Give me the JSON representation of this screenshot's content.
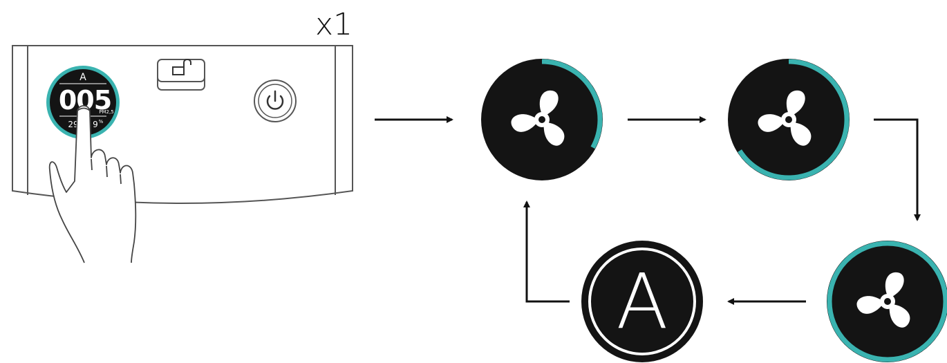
{
  "multiplier": "x1",
  "display": {
    "mode": "A",
    "value": "005",
    "unit": "PM2,5",
    "footer_left": "29",
    "footer_right": "9",
    "footer_unit": "%"
  },
  "sequence": [
    {
      "kind": "fan",
      "level_fraction": 0.33
    },
    {
      "kind": "fan",
      "level_fraction": 0.66
    },
    {
      "kind": "fan",
      "level_fraction": 1.0
    },
    {
      "kind": "auto",
      "label": "A"
    }
  ],
  "colors": {
    "accent": "#3ab3b0",
    "dark": "#141414",
    "line": "#111111",
    "panel_stroke": "#555555"
  },
  "icons": [
    "lock-open-icon",
    "power-icon",
    "fan-icon",
    "hand-pointer-icon"
  ]
}
